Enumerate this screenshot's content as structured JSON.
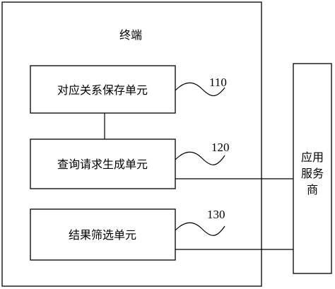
{
  "terminal": {
    "title": "终端",
    "units": [
      {
        "label": "对应关系保存单元",
        "ref": "110"
      },
      {
        "label": "查询请求生成单元",
        "ref": "120"
      },
      {
        "label": "结果筛选单元",
        "ref": "130"
      }
    ]
  },
  "provider": {
    "lines": [
      "应用",
      "服务",
      "商"
    ]
  },
  "colors": {
    "stroke": "#000000",
    "background": "#ffffff"
  }
}
